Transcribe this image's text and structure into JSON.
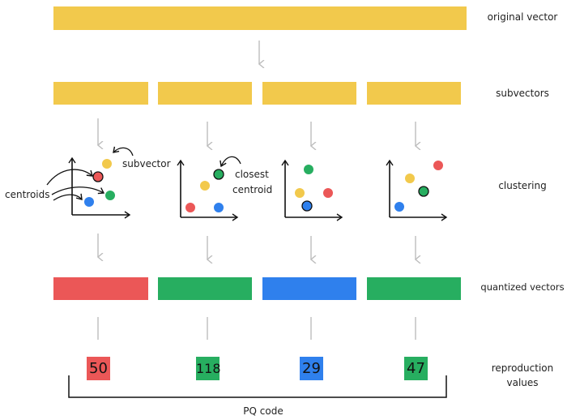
{
  "colors": {
    "yellow": "#f2c94c",
    "red": "#eb5757",
    "green": "#27ae60",
    "blue": "#2f80ed",
    "arrow_gray": "#bdbdbd"
  },
  "row_labels": {
    "original": "original vector",
    "subvectors": "subvectors",
    "clustering": "clustering",
    "quantized": "quantized vectors",
    "reproduction_line1": "reproduction",
    "reproduction_line2": "values"
  },
  "annotations": {
    "subvector": "subvector",
    "centroids": "centroids",
    "closest_line1": "closest",
    "closest_line2": "centroid"
  },
  "quantized": [
    {
      "color": "red"
    },
    {
      "color": "green"
    },
    {
      "color": "blue"
    },
    {
      "color": "green"
    }
  ],
  "codes": [
    {
      "value": "50",
      "color": "red"
    },
    {
      "value": "118",
      "color": "green"
    },
    {
      "value": "29",
      "color": "blue"
    },
    {
      "value": "47",
      "color": "green"
    }
  ],
  "bracket_label": "PQ code"
}
